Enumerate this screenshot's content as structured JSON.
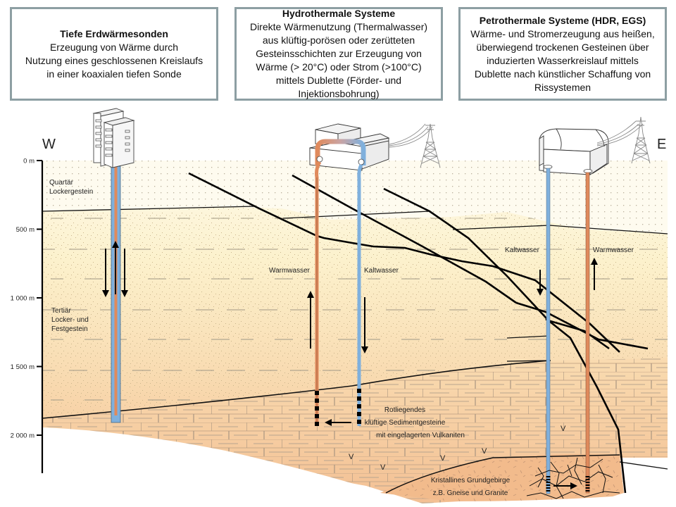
{
  "boxes": [
    {
      "title": "Tiefe Erdwärmesonden",
      "lines": [
        "Erzeugung von Wärme durch",
        "Nutzung eines geschlossenen Kreislaufs",
        "in einer koaxialen tiefen  Sonde"
      ]
    },
    {
      "title": "Hydrothermale Systeme",
      "lines": [
        "Direkte Wärmenutzung  (Thermalwasser)",
        "aus klüftig-porösen oder zerütteten",
        "Gesteinsschichten zur Erzeugung  von",
        "Wärme (> 20°C) oder Strom (>100°C)",
        "mittels Dublette (Förder- und",
        "Injektionsbohrung)"
      ]
    },
    {
      "title": "Petrothermale Systeme (HDR,  EGS)",
      "lines": [
        "Wärme- und Stromerzeugung aus heißen,",
        "überwiegend trockenen Gesteinen über",
        "induzierten Wasserkreislauf  mittels",
        "Dublette nach künstlicher Schaffung von",
        "Rissystemen"
      ]
    }
  ],
  "compass": {
    "west": "W",
    "east": "E"
  },
  "depth_axis": {
    "unit": "m",
    "ticks": [
      "0 m",
      "500 m",
      "1 000 m",
      "1 500 m",
      "2 000 m"
    ],
    "values": [
      0,
      500,
      1000,
      1500,
      2000
    ]
  },
  "layers": {
    "quartaer": [
      "Quartär",
      "Lockergestein"
    ],
    "tertiaer": [
      "Tertiär",
      "Locker- und",
      "Festgestein"
    ],
    "rotliegendes": [
      "Rotliegendes",
      "klüftige Sedimentgesteine",
      "mit eingelagerten Vulkaniten"
    ],
    "kristallin": [
      "Kristallines Grundgebirge",
      "z.B. Gneise und Granite"
    ]
  },
  "flow_labels": {
    "hydro_warm": "Warmwasser",
    "hydro_cold": "Kaltwasser",
    "petro_cold": "Kaltwasser",
    "petro_warm": "Warmwasser"
  },
  "volcanic_marker": "V",
  "colors": {
    "warm_pipe": "#e08a5c",
    "cold_pipe": "#7fb0dd",
    "box_border": "#8d9fa3",
    "sediment_top": "#fdf5dc",
    "sediment_bottom": "#f6c99a",
    "rock_fill": "#f4c99b",
    "crystalline": "#f1b888"
  }
}
